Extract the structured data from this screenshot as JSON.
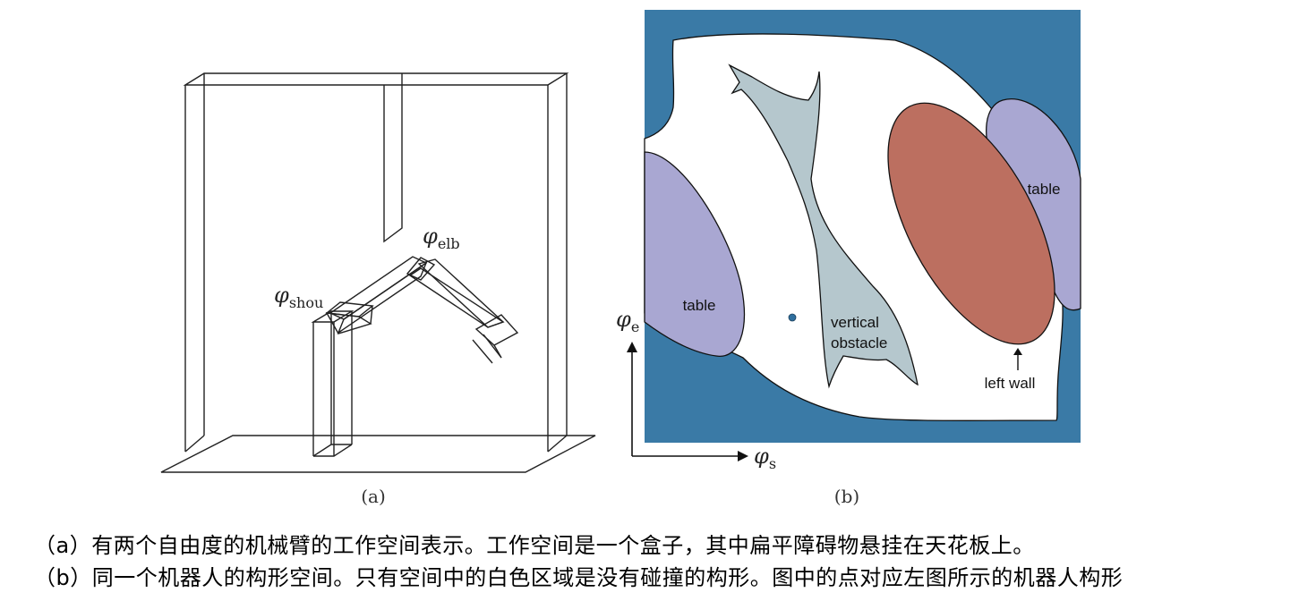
{
  "figure_a": {
    "panel_label": "(a)",
    "labels": {
      "shoulder_symbol": "φ",
      "shoulder_sub": "shou",
      "elbow_symbol": "φ",
      "elbow_sub": "elb"
    }
  },
  "figure_b": {
    "panel_label": "(b)",
    "axis": {
      "y_symbol": "φ",
      "y_sub": "e",
      "x_symbol": "φ",
      "x_sub": "s"
    },
    "regions": {
      "table_left": "table",
      "table_right": "table",
      "vertical_obstacle_line1": "vertical",
      "vertical_obstacle_line2": "obstacle",
      "left_wall": "left wall"
    },
    "colors": {
      "background_blue": "#3a7aa6",
      "table_lavender": "#a9a7d2",
      "obstacle_gray": "#b5c7cd",
      "wall_red": "#bc6f60",
      "free_space": "#ffffff",
      "dot": "#2f6f9e"
    }
  },
  "caption": {
    "line1": "（a）有两个自由度的机械臂的工作空间表示。工作空间是一个盒子，其中扁平障碍物悬挂在天花板上。",
    "line2": "（b）同一个机器人的构形空间。只有空间中的白色区域是没有碰撞的构形。图中的点对应左图所示的机器人构形"
  }
}
